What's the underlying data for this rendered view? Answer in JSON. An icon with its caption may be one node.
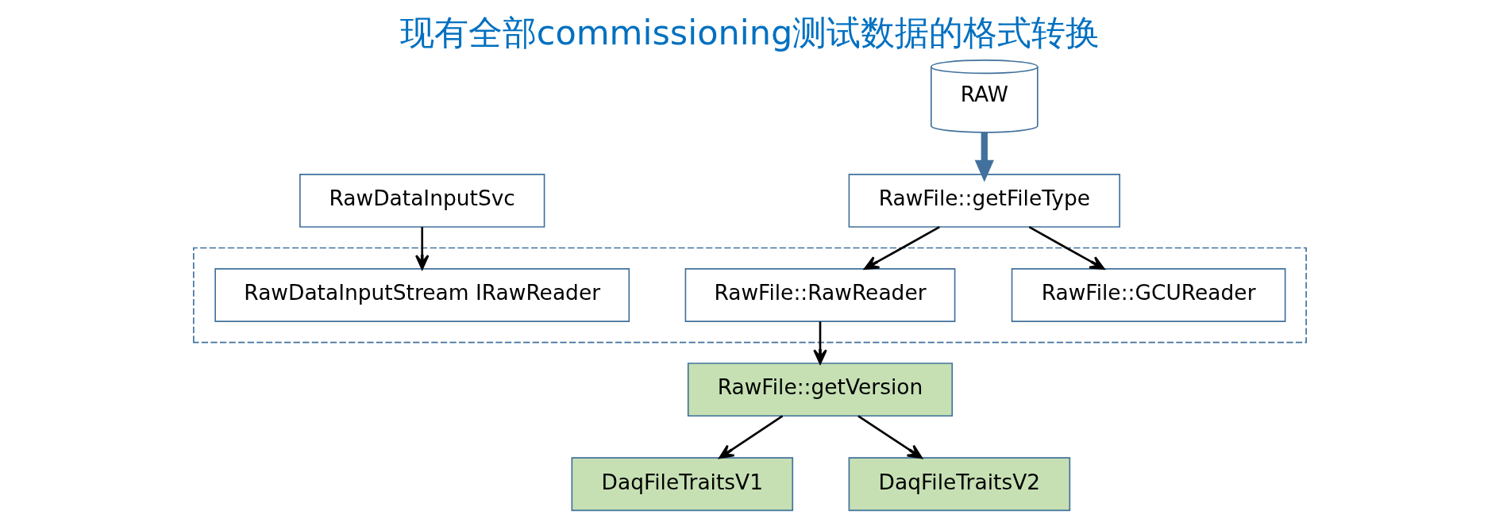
{
  "diagram": {
    "title": "现有全部commissioning测试数据的格式转换",
    "nodes": [
      {
        "text": [
          "RawDataInputSvc"
        ]
      },
      {
        "text": [],
        "shape": "box"
      },
      {
        "text": [
          "RawDataInputStream IRawReader"
        ],
        "in": 1
      },
      {
        "text": [
          "RAW"
        ]
      },
      {
        "text": [
          "RawFile::getFileType"
        ]
      },
      {
        "text": [
          "RawFile::RawReader"
        ],
        "in": 1
      },
      {
        "text": [
          "RawFile::GCUReader"
        ],
        "in": 1
      },
      {
        "text": [
          "RawFile::getVersion"
        ]
      },
      {
        "text": [
          "DaqFileTraitsV1"
        ]
      },
      {
        "text": [
          "DaqFileTraitsV2"
        ]
      }
    ],
    "edges": [
      {
        "from": 0,
        "to": 2,
        "arrow": "to"
      },
      {
        "from": 3,
        "to": 4,
        "arrow": "to",
        "style": "thick",
        "color": "#41719c"
      },
      {
        "from": 4,
        "to": 5,
        "arrow": "to"
      },
      {
        "from": 4,
        "to": 6,
        "arrow": "to"
      },
      {
        "from": 5,
        "to": 7,
        "arrow": "to"
      },
      {
        "from": 7,
        "to": 8,
        "arrow": "to"
      },
      {
        "from": 7,
        "to": 9,
        "arrow": "to"
      }
    ]
  }
}
